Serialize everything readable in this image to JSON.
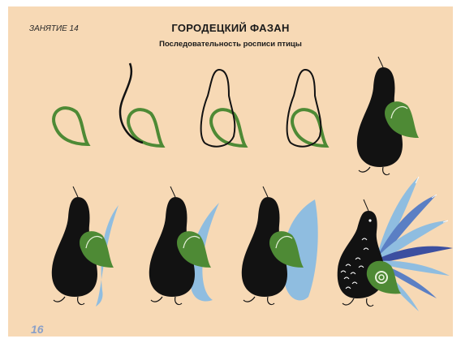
{
  "header": {
    "lesson_label": "ЗАНЯТИЕ 14",
    "title": "ГОРОДЕЦКИЙ ФАЗАН",
    "subtitle": "Последовательность росписи птицы"
  },
  "footer": {
    "page_number": "16"
  },
  "colors": {
    "background": "#f7d9b5",
    "bird_black": "#121212",
    "leaf_green": "#4e8a35",
    "tail_light_blue": "#8fbde0",
    "tail_mid_blue": "#5b7fc4",
    "tail_dark_blue": "#3c4fa0"
  },
  "illustration": {
    "step_count": 9
  }
}
